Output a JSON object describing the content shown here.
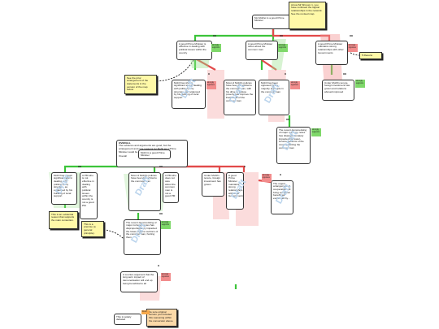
{
  "nodes": {
    "n_root": "Mo Mohlei is a good Prime Minister",
    "n_a": "A good Prime Minister is effective in dealing with political issues within the country",
    "n_b": "A good Prime Minister cares about the common man",
    "n_c": "A good Prime Minister maintains strong relationships with other Governments",
    "n_d": "Mohli has shown significant skill in dealing with political party structure, as evidenced by his building of local support",
    "n_e": "Most of Mohli's policies have been beneficial to the common man, with his drive to reduce poverty and improve the livelihoods of the common man",
    "n_f": "Mohli has been opposed by the majority of people in the common man",
    "n_g": "Under Mohli's tenure, foreign investment has grown and relations abroad improved",
    "n_h": "The recent demonetising of major currency notes has disproportionately impacted the lower-income sections of the country, hurting the common man",
    "overall_title": "OVERALL",
    "overall_body": "The evidence and arguments are good, but the arrangement and core reasons for Mohli as a Prime Minister could be improved.",
    "overall_tail": "Overall",
    "n_root2": "Mohli is a good Prime Minister",
    "n_r1": "Mohli has shown significant skill in dealing with political party structure, as evidenced by his building of local support",
    "n_r2": "A PM who is not effective in dealing with political issues within the country is not a good PM",
    "n_r3": "Most of Mohli's policies have been beneficial to the common man",
    "n_r4": "A PM who does not care about the common man is not a good PM",
    "n_r5": "Under Mohli's tenure, foreign investment has grown",
    "n_r6": "A good Prime Minister maintains strong relationships with other Governments",
    "n_r7": "The urgent arrangement of cooperation will bring economic benefit, as evidenced by...",
    "n_r8": "The recent demonetising of major currency notes has disproportionately impacted the lower-income sections of the common man, hurting them",
    "n_r9": "A counter-argument that the long-term impact of demonetisation will end up being beneficial to all",
    "n_r10": "This is widely debated"
  },
  "notes": {
    "top": "Arrow Mr Shroom 1, you have confused the logical relationships in the network. See the revised map.",
    "left": "See the prior arrangement of the statements in the version of the map below",
    "refs": "5 Resons",
    "bl1": "This is an evidential reason that supports the main contention.",
    "bl2": "This is a premise (a general principle).",
    "bottom": "Be sure original version you included this reasoning within the conversion above."
  },
  "tags": {
    "supp": "strongly supports",
    "opp": "strongly opposes",
    "ref": "Refer"
  },
  "marks": {
    "double": "**",
    "single": "*"
  },
  "stamp": "Draft",
  "colors": {
    "support": "#3cc43a",
    "oppose": "#e24a4a",
    "note": "#fff9a8",
    "accent": "#f7a849"
  }
}
